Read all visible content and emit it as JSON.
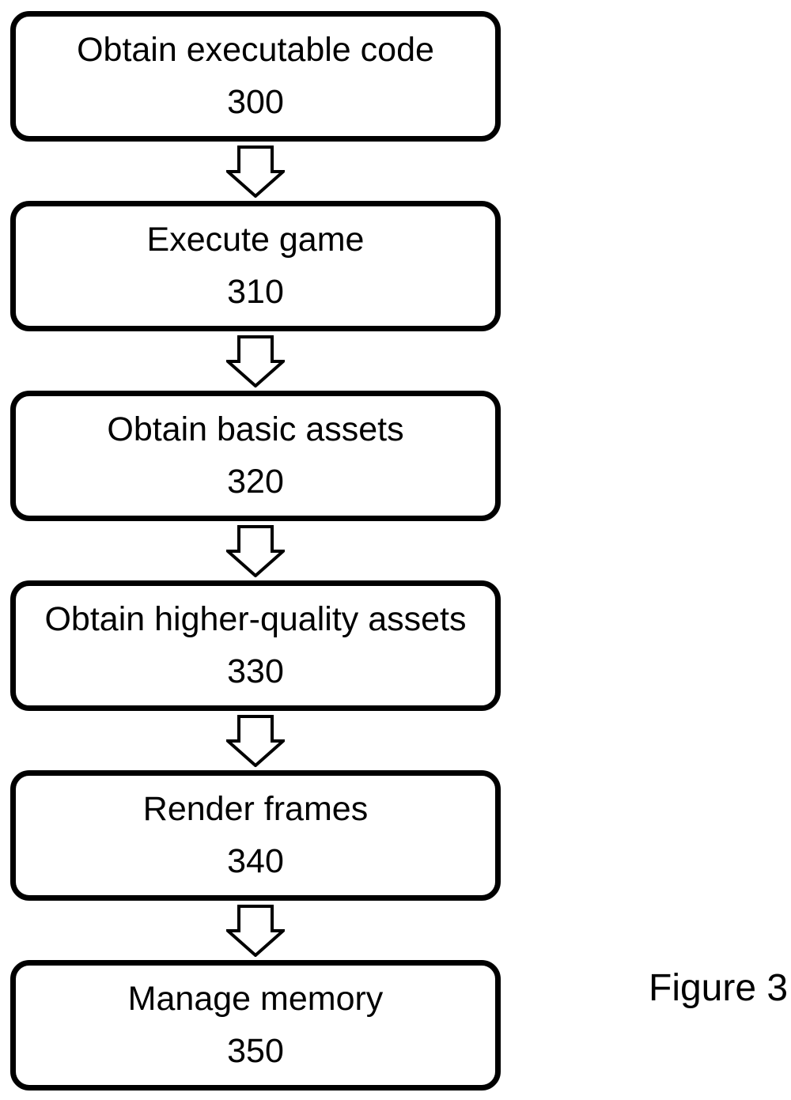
{
  "figure": {
    "caption": "Figure 3",
    "connector_icon": "down-arrow",
    "colors": {
      "stroke": "#000000",
      "fill": "#ffffff"
    },
    "steps": [
      {
        "label": "Obtain executable code",
        "number": "300"
      },
      {
        "label": "Execute game",
        "number": "310"
      },
      {
        "label": "Obtain basic assets",
        "number": "320"
      },
      {
        "label": "Obtain higher-quality assets",
        "number": "330"
      },
      {
        "label": "Render frames",
        "number": "340"
      },
      {
        "label": "Manage memory",
        "number": "350"
      }
    ]
  }
}
